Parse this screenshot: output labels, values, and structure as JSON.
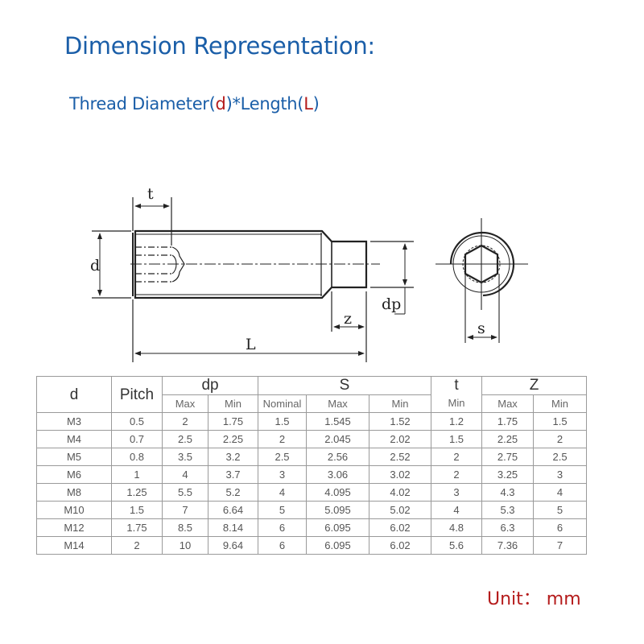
{
  "header": {
    "title": "Dimension Representation:",
    "subtitle_prefix": "Thread Diameter(",
    "subtitle_d": "d",
    "subtitle_mid": ")*Length(",
    "subtitle_L": "L",
    "subtitle_suffix": ")"
  },
  "drawing": {
    "labels": {
      "t": "t",
      "d": "d",
      "dp": "dp",
      "z": "z",
      "L": "L",
      "s": "s"
    }
  },
  "table": {
    "headers": {
      "d": "d",
      "pitch": "Pitch",
      "dp": "dp",
      "s": "S",
      "t": "t",
      "z": "Z",
      "max": "Max",
      "min": "Min",
      "nominal": "Nominal"
    },
    "rows": [
      [
        "M3",
        "0.5",
        "2",
        "1.75",
        "1.5",
        "1.545",
        "1.52",
        "1.2",
        "1.75",
        "1.5"
      ],
      [
        "M4",
        "0.7",
        "2.5",
        "2.25",
        "2",
        "2.045",
        "2.02",
        "1.5",
        "2.25",
        "2"
      ],
      [
        "M5",
        "0.8",
        "3.5",
        "3.2",
        "2.5",
        "2.56",
        "2.52",
        "2",
        "2.75",
        "2.5"
      ],
      [
        "M6",
        "1",
        "4",
        "3.7",
        "3",
        "3.06",
        "3.02",
        "2",
        "3.25",
        "3"
      ],
      [
        "M8",
        "1.25",
        "5.5",
        "5.2",
        "4",
        "4.095",
        "4.02",
        "3",
        "4.3",
        "4"
      ],
      [
        "M10",
        "1.5",
        "7",
        "6.64",
        "5",
        "5.095",
        "5.02",
        "4",
        "5.3",
        "5"
      ],
      [
        "M12",
        "1.75",
        "8.5",
        "8.14",
        "6",
        "6.095",
        "6.02",
        "4.8",
        "6.3",
        "6"
      ],
      [
        "M14",
        "2",
        "10",
        "9.64",
        "6",
        "6.095",
        "6.02",
        "5.6",
        "7.36",
        "7"
      ]
    ]
  },
  "footer": {
    "unit": "Unit： mm"
  },
  "colors": {
    "title_blue": "#1a5ea8",
    "accent_red": "#b51c1c",
    "grid_gray": "#9a9a9a"
  }
}
